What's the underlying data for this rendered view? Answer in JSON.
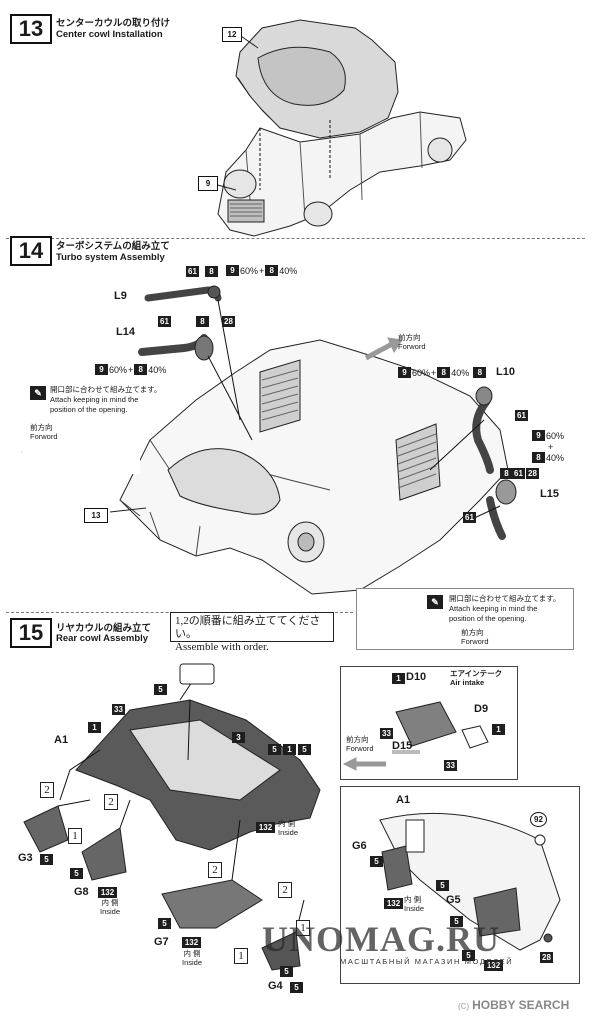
{
  "step13": {
    "number": "13",
    "title_jp": "センターカウルの取り付け",
    "title_en": "Center cowl Installation",
    "parts": [
      "12",
      "9"
    ]
  },
  "step14": {
    "number": "14",
    "title_jp": "ターボシステムの組み立て",
    "title_en": "Turbo system Assembly",
    "labels": {
      "l9": "L9",
      "l14": "L14",
      "l10": "L10",
      "l15": "L15",
      "p13": "13"
    },
    "tags": {
      "t61": "61",
      "t8": "8",
      "t9": "9",
      "t28": "28"
    },
    "pct60": "60%",
    "pct40": "40%",
    "plus": "+",
    "forward_jp": "前方向",
    "forward_en": "Forword",
    "callout": {
      "jp": "開口部に合わせて組み立てます。",
      "en1": "Attach keeping in mind the",
      "en2": "position of the opening.",
      "forward_jp": "前方向",
      "forward_en": "Forword"
    },
    "callout2": {
      "jp": "開口部に合わせて組み立てます。",
      "en1": "Attach keeping in mind the",
      "en2": "position of the opening.",
      "forward_jp": "前方向",
      "forward_en": "Forword"
    }
  },
  "step15": {
    "number": "15",
    "title_jp": "リヤカウルの組み立て",
    "title_en": "Rear cowl Assembly",
    "note_jp": "1,2の順番に組み立ててください。",
    "note_en": "Assemble with order.",
    "labels": {
      "a1": "A1",
      "g3": "G3",
      "g8": "G8",
      "g7": "G7",
      "g4": "G4",
      "d10": "D10",
      "d9": "D9",
      "d15": "D15",
      "a1b": "A1",
      "g6": "G6",
      "g5": "G5"
    },
    "tags": {
      "t1": "1",
      "t3": "3",
      "t5": "5",
      "t33": "33",
      "t132": "132",
      "t92": "92",
      "t28": "28"
    },
    "order": {
      "o1": "1",
      "o2": "2"
    },
    "inside_jp": "内 側",
    "inside_en": "Inside",
    "air_jp": "エアインテーク",
    "air_en": "Air intake",
    "forward_jp": "前方向",
    "forward_en": "Forword"
  },
  "watermark": {
    "main": "UNOMAG.RU",
    "sub": "МАСШТАБНЫЙ МАГАЗИН МОДЕЛЕЙ"
  },
  "footer": {
    "mark": "(C)",
    "logo": "HOBBY SEARCH"
  }
}
